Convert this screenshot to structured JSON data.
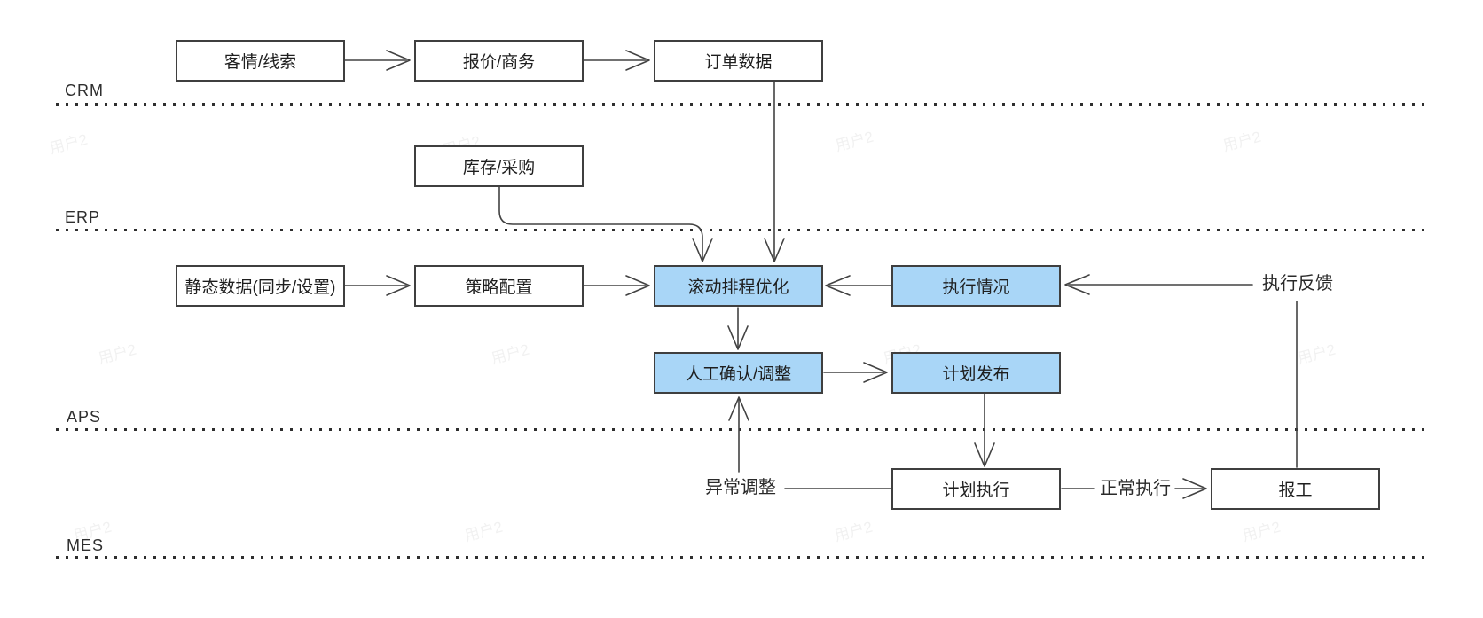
{
  "diagram": {
    "lanes": {
      "crm": "CRM",
      "erp": "ERP",
      "aps": "APS",
      "mes": "MES"
    },
    "nodes": {
      "customer_leads": "客情/线索",
      "quotation_business": "报价/商务",
      "order_data": "订单数据",
      "inventory_purchase": "库存/采购",
      "static_data": "静态数据(同步/设置)",
      "strategy_config": "策略配置",
      "rolling_scheduling": "滚动排程优化",
      "execution_status": "执行情况",
      "manual_confirm_adjust": "人工确认/调整",
      "plan_release": "计划发布",
      "plan_execution": "计划执行",
      "work_report": "报工"
    },
    "edge_labels": {
      "execution_feedback": "执行反馈",
      "abnormal_adjust": "异常调整",
      "normal_execution": "正常执行"
    },
    "watermark": "用户2",
    "colors": {
      "highlight_fill": "#A9D6F7",
      "node_border": "#3f3f3f",
      "connector": "#424242",
      "lane_dot": "#2e2e2e"
    }
  }
}
